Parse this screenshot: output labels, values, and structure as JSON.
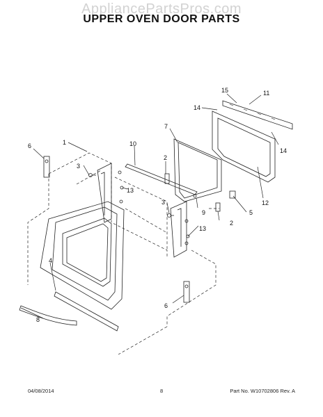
{
  "watermark": "AppliancePartsPros.com",
  "title": "UPPER OVEN DOOR PARTS",
  "callouts": [
    "1",
    "2",
    "2",
    "3",
    "3",
    "4",
    "5",
    "6",
    "6",
    "7",
    "8",
    "9",
    "10",
    "11",
    "12",
    "13",
    "13",
    "14",
    "14",
    "15"
  ],
  "footer": {
    "date": "04/08/2014",
    "page": "8",
    "part": "Part No. W10702806  Rev. A"
  }
}
